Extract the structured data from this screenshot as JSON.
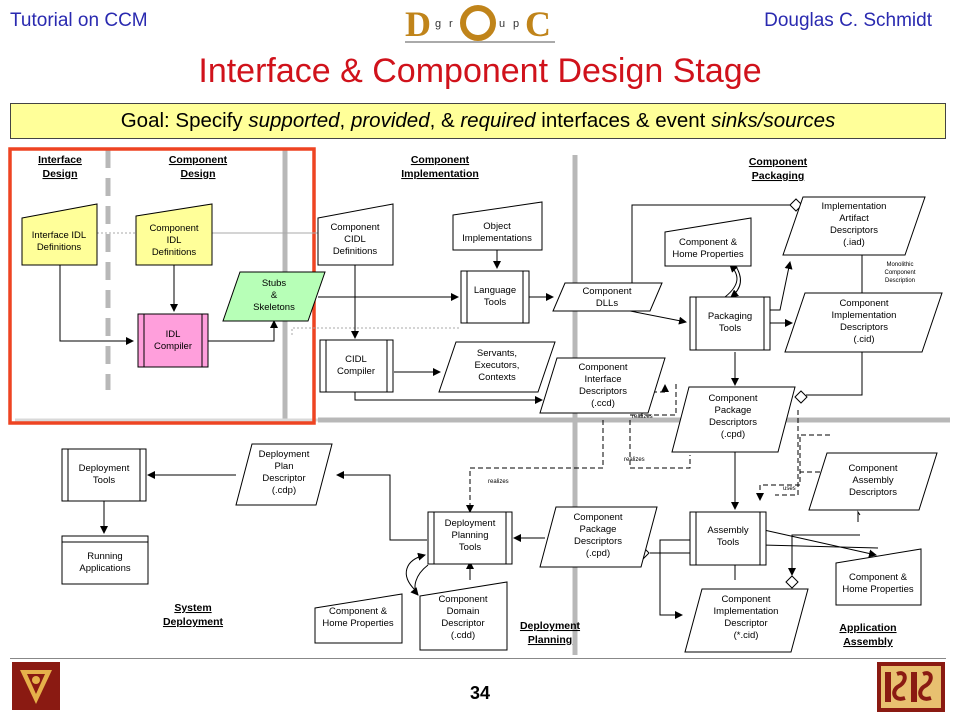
{
  "header": {
    "left": "Tutorial on CCM",
    "right": "Douglas C. Schmidt"
  },
  "title": "Interface & Component Design Stage",
  "goal": {
    "prefix": "Goal: Specify ",
    "supported": "supported",
    "comma1": ", ",
    "provided": "provided",
    "mid": ", & ",
    "required": "required",
    "rest": " interfaces & event ",
    "sinks": "sinks/sources"
  },
  "sections": {
    "interface_design": [
      "Interface",
      "Design"
    ],
    "component_design": [
      "Component",
      "Design"
    ],
    "component_implementation": [
      "Component",
      "Implementation"
    ],
    "component_packaging": [
      "Component",
      "Packaging"
    ],
    "system_deployment": [
      "System",
      "Deployment"
    ],
    "deployment_planning": [
      "Deployment",
      "Planning"
    ],
    "application_assembly": [
      "Application",
      "Assembly"
    ]
  },
  "nodes": {
    "interface_idl": [
      "Interface IDL",
      "Definitions"
    ],
    "component_idl": [
      "Component",
      "IDL",
      "Definitions"
    ],
    "idl_compiler": [
      "IDL",
      "Compiler"
    ],
    "stubs": [
      "Stubs",
      "&",
      "Skeletons"
    ],
    "component_cidl": [
      "Component",
      "CIDL",
      "Definitions"
    ],
    "cidl_compiler": [
      "CIDL",
      "Compiler"
    ],
    "object_impl": [
      "Object",
      "Implementations"
    ],
    "language_tools": [
      "Language",
      "Tools"
    ],
    "servants": [
      "Servants,",
      "Executors,",
      "Contexts"
    ],
    "component_dlls": [
      "Component",
      "DLLs"
    ],
    "component_interface_desc": [
      "Component",
      "Interface",
      "Descriptors",
      "(.ccd)"
    ],
    "home_props_top": [
      "Component &",
      "Home Properties"
    ],
    "packaging_tools": [
      "Packaging",
      "Tools"
    ],
    "impl_artifact": [
      "Implementation",
      "Artifact",
      "Descriptors",
      "(.iad)"
    ],
    "monolithic": [
      "Monolithic",
      "Component",
      "Description"
    ],
    "component_impl_desc": [
      "Component",
      "Implementation",
      "Descriptors",
      "(.cid)"
    ],
    "component_package_desc_right": [
      "Component",
      "Package",
      "Descriptors",
      "(.cpd)"
    ],
    "deployment_tools": [
      "Deployment",
      "Tools"
    ],
    "running_apps": [
      "Running",
      "Applications"
    ],
    "deployment_plan": [
      "Deployment",
      "Plan",
      "Descriptor",
      "(.cdp)"
    ],
    "deployment_planning_tools": [
      "Deployment",
      "Planning",
      "Tools"
    ],
    "component_package_desc_mid": [
      "Component",
      "Package",
      "Descriptors",
      "(.cpd)"
    ],
    "assembly_tools": [
      "Assembly",
      "Tools"
    ],
    "component_assembly_desc": [
      "Component",
      "Assembly",
      "Descriptors"
    ],
    "home_props_bottom_right": [
      "Component &",
      "Home Properties"
    ],
    "home_props_bottom_left": [
      "Component &",
      "Home Properties"
    ],
    "component_domain_desc": [
      "Component",
      "Domain",
      "Descriptor",
      "(.cdd)"
    ],
    "component_impl_desc_bottom": [
      "Component",
      "Implementation",
      "Descriptor",
      "(*.cid)"
    ]
  },
  "edge_labels": {
    "realizes1": "realizes",
    "realizes2": "realizes",
    "realizes3": "realizes",
    "uses": "uses"
  },
  "page_number": "34",
  "logo_text": "D O C"
}
